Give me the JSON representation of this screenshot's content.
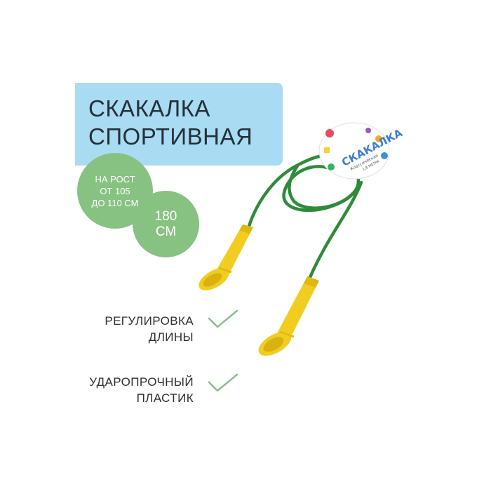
{
  "banner": {
    "title_line_1": "СКАКАЛКА",
    "title_line_2": "СПОРТИВНАЯ",
    "background_color": "#a9dcf3"
  },
  "badges": {
    "height": {
      "line_1": "НА РОСТ",
      "line_2": "ОТ 105",
      "line_3": "ДО 110 СМ"
    },
    "length": {
      "line_1": "180",
      "line_2": "СМ"
    },
    "color": "#87c282"
  },
  "features": [
    {
      "line_1": "РЕГУЛИРОВКА",
      "line_2": "ДЛИНЫ",
      "icon": "check-icon"
    },
    {
      "line_1": "УДАРОПРОЧНЫЙ",
      "line_2": "ПЛАСТИК",
      "icon": "check-icon"
    }
  ],
  "product": {
    "tag_brand": "СКАКАЛКА",
    "tag_sub": "Классическая",
    "tag_length": "1,8 МЕТРА",
    "rope_color": "#2e8b3a",
    "handle_color": "#f2cd21"
  }
}
